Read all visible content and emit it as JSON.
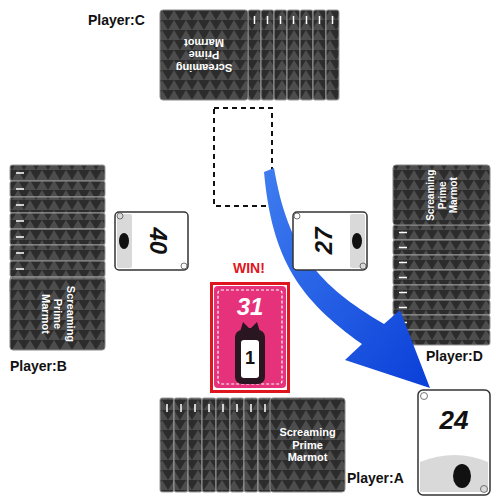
{
  "diagram": {
    "nodes": [
      {
        "text": [
          "Player:C",
          "Screaming Prime Marmot"
        ]
      },
      {
        "text": [
          "Screaming Prime Marmot",
          "Player:B"
        ]
      },
      {
        "text": [
          "40"
        ]
      },
      {
        "text": [
          "27"
        ]
      },
      {
        "text": [
          "Screaming Prime Marmot",
          "Player:D"
        ]
      },
      {
        "text": [
          "WIN!",
          "31",
          "1"
        ]
      },
      {
        "text": [
          "Screaming Prime Marmot",
          "Player:A"
        ]
      },
      {
        "text": [
          "24"
        ]
      }
    ]
  }
}
